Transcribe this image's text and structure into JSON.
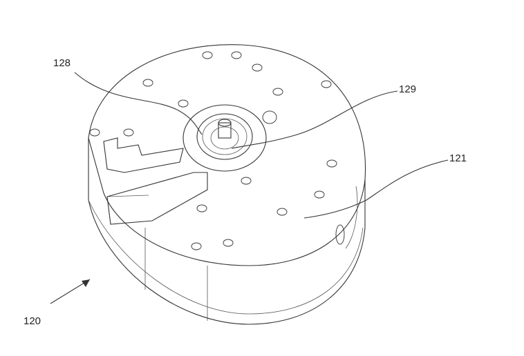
{
  "figure": {
    "labels": {
      "device": "120",
      "top_plate": "121",
      "part_128": "128",
      "part_129": "129"
    }
  }
}
